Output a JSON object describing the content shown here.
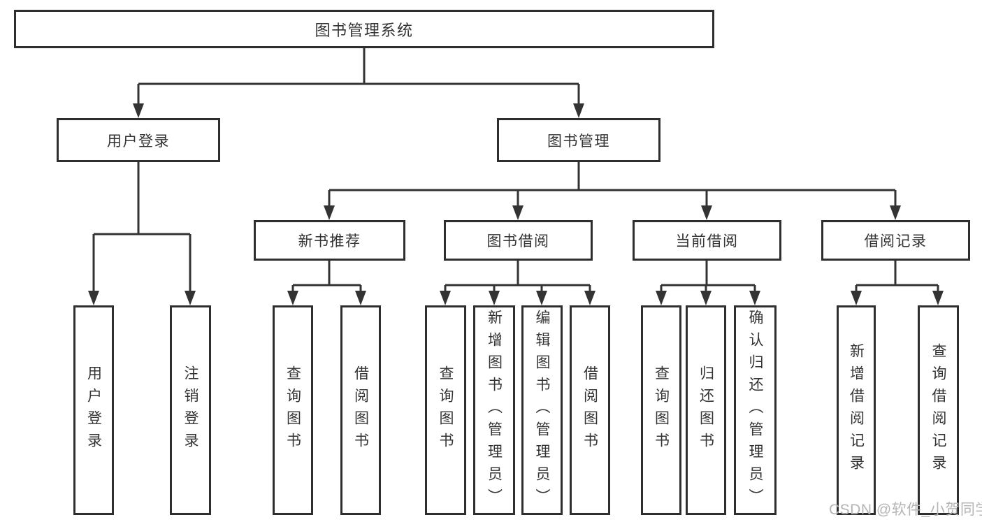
{
  "root": {
    "label": "图书管理系统"
  },
  "branches": [
    {
      "label": "用户登录",
      "children": [
        {
          "label": "用户登录"
        },
        {
          "label": "注销登录"
        }
      ]
    },
    {
      "label": "图书管理",
      "children": [
        {
          "label": "新书推荐",
          "children": [
            {
              "label": "查询图书"
            },
            {
              "label": "借阅图书"
            }
          ]
        },
        {
          "label": "图书借阅",
          "children": [
            {
              "label": "查询图书"
            },
            {
              "label": "新增图书（管理员）"
            },
            {
              "label": "编辑图书（管理员）"
            },
            {
              "label": "借阅图书"
            }
          ]
        },
        {
          "label": "当前借阅",
          "children": [
            {
              "label": "查询图书"
            },
            {
              "label": "归还图书"
            },
            {
              "label": "确认归还（管理员）"
            }
          ]
        },
        {
          "label": "借阅记录",
          "children": [
            {
              "label": "新增借阅记录"
            },
            {
              "label": "查询借阅记录"
            }
          ]
        }
      ]
    }
  ],
  "watermark": {
    "text": "CSDN @软件_小贺同学"
  },
  "colors": {
    "background": "#ffffff",
    "box_border": "#2e2e2e",
    "line": "#333333",
    "text": "#333333",
    "watermark": "#b5b5b5"
  }
}
